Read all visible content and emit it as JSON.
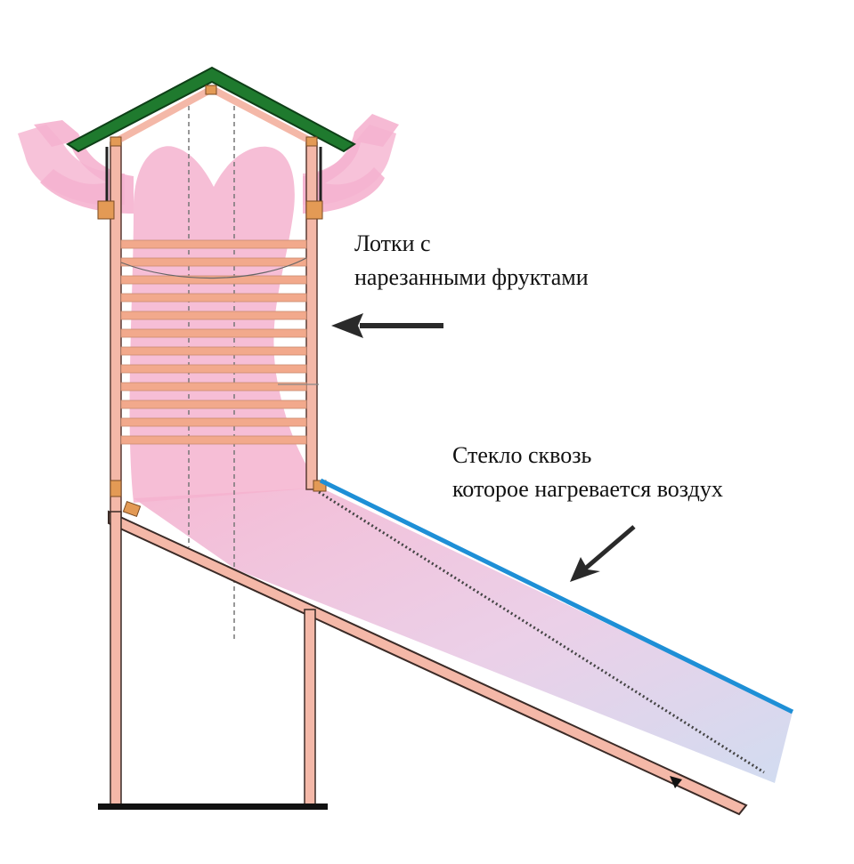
{
  "labels": {
    "trays_line1": "Лотки с",
    "trays_line2": "нарезанными фруктами",
    "glass_line1": "Стекло сквозь",
    "glass_line2": "которое нагревается воздух"
  },
  "colors": {
    "roof": "#1f7a2e",
    "frame": "#f4b8a8",
    "frame_outline": "#5a3a34",
    "tray": "#f2a98c",
    "bracket": "#e39a55",
    "airflow_warm": "#f5b3cf",
    "airflow_cool": "#c9d6ee",
    "glass": "#1e8fd6",
    "arrow": "#2a2a2a",
    "ground": "#111111"
  },
  "icons": {
    "trays_pointer": "arrow-left-icon",
    "glass_pointer": "arrow-down-left-icon",
    "exhaust": "hot-air-exhaust-icon"
  }
}
